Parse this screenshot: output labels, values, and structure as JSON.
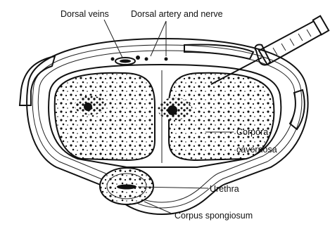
{
  "labels": {
    "dorsal_veins": "Dorsal veins",
    "dorsal_artery_nerve": "Dorsal artery and nerve",
    "corpora_cavernosa_line1": "Corpora",
    "corpora_cavernosa_line2": "cavernosa",
    "urethra": "Urethra",
    "corpus_spongiosum": "Corpus spongiosum"
  },
  "colors": {
    "ink": "#111111",
    "background": "#ffffff"
  }
}
